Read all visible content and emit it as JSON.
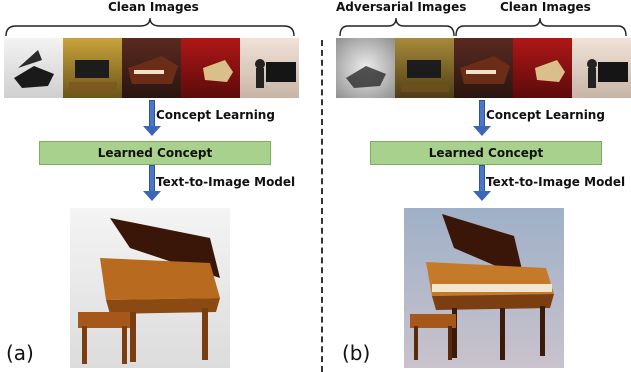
{
  "left": {
    "header_label": "Clean Images",
    "step1_label": "Concept Learning",
    "concept_box": "Learned Concept",
    "step2_label": "Text-to-Image Model",
    "panel_tag": "(a)"
  },
  "right": {
    "adv_header_label": "Adversarial Images",
    "clean_header_label": "Clean Images",
    "step1_label": "Concept Learning",
    "concept_box": "Learned Concept",
    "step2_label": "Text-to-Image Model",
    "panel_tag": "(b)"
  },
  "colors": {
    "concept_fill": "#a9d18e",
    "arrow": "#4a77c9"
  }
}
